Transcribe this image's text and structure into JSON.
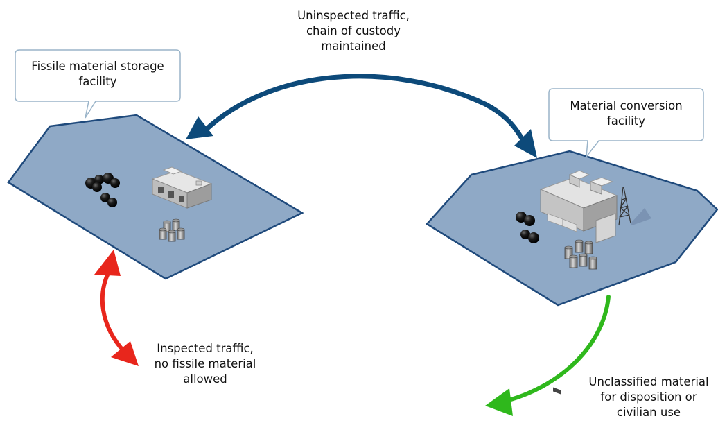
{
  "callouts": {
    "storage": {
      "line1": "Fissile material storage",
      "line2": "facility"
    },
    "conversion": {
      "line1": "Material conversion",
      "line2": "facility"
    }
  },
  "flows": {
    "uninspected": {
      "line1": "Uninspected traffic,",
      "line2": "chain of custody",
      "line3": "maintained",
      "color": "#0d4a7a"
    },
    "inspected": {
      "line1": "Inspected traffic,",
      "line2": "no fissile material",
      "line3": "allowed",
      "color": "#e8261c"
    },
    "unclassified": {
      "line1": "Unclassified material",
      "line2": "for disposition or",
      "line3": "civilian use",
      "color": "#2fb81c"
    }
  },
  "colors": {
    "facility_fill": "#8fa9c6",
    "facility_stroke": "#1f4a7c",
    "callout_stroke": "#9ab4c9"
  },
  "icons": {
    "pits": "sphere-cluster-icon",
    "drums": "drum-barrels-icon",
    "storage_building": "warehouse-building-icon",
    "conversion_building": "industrial-plant-icon",
    "tower": "lattice-tower-icon"
  }
}
